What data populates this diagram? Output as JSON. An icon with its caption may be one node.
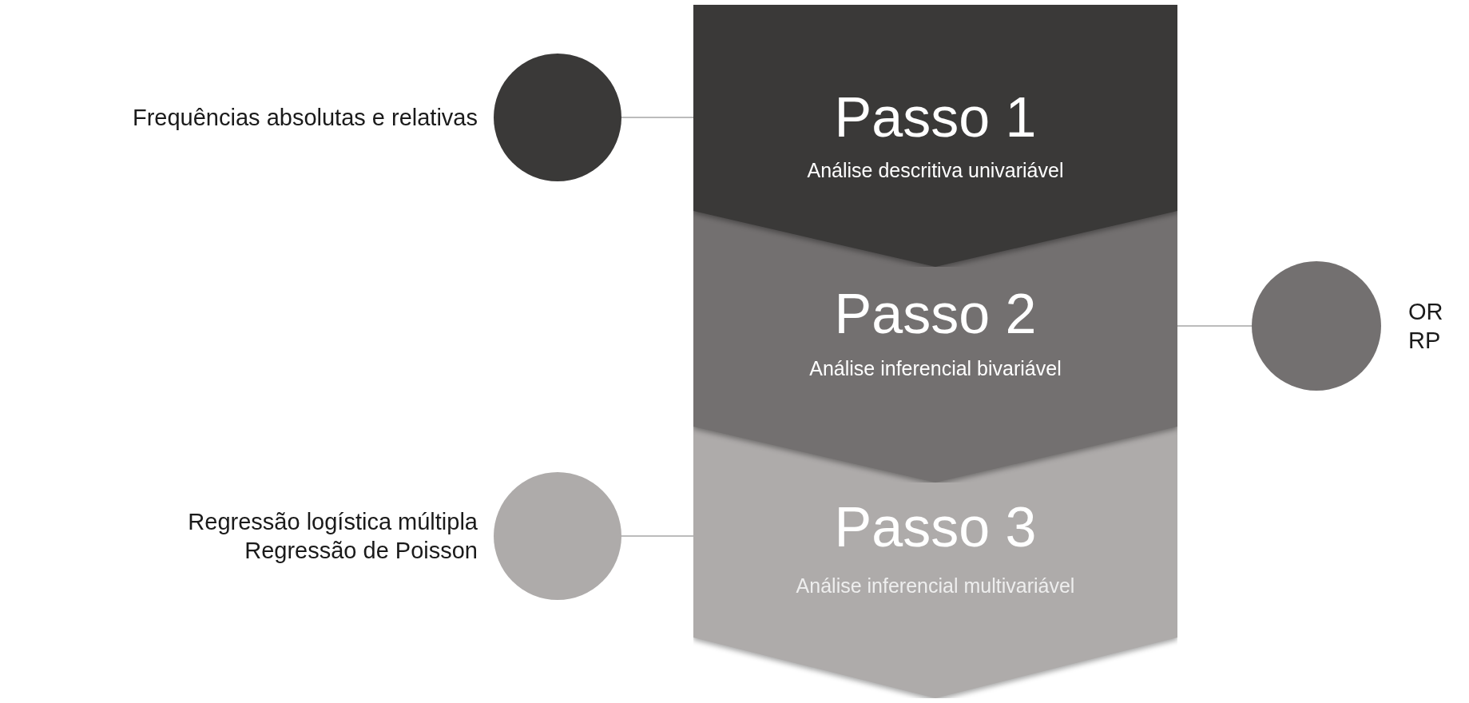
{
  "diagram": {
    "nodes": [
      {
        "text": [],
        "shape": "circle",
        "beside": [
          "Frequências absolutas e relativas"
        ]
      },
      {
        "text": [
          "Passo 1",
          "Análise descritiva univariável"
        ]
      },
      {
        "text": [
          "Passo 2",
          "Análise inferencial bivariável"
        ]
      },
      {
        "text": [],
        "shape": "circle",
        "beside": [
          "OR",
          "RP"
        ]
      },
      {
        "text": [],
        "shape": "circle",
        "beside": [
          "Regressão logística múltipla",
          "Regressão de Poisson"
        ]
      },
      {
        "text": [
          "Passo 3",
          "Análise inferencial multivariável"
        ]
      }
    ],
    "edges": [
      {
        "from": 0,
        "to": 1,
        "arrow": "none"
      },
      {
        "from": 2,
        "to": 3,
        "arrow": "none"
      },
      {
        "from": 4,
        "to": 5,
        "arrow": "none"
      }
    ]
  }
}
